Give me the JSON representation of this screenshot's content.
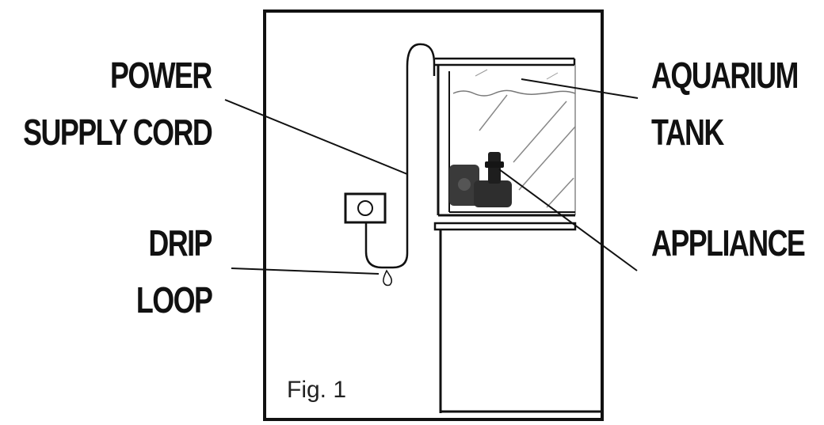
{
  "labels": {
    "power_supply_cord": [
      "POWER",
      "SUPPLY CORD"
    ],
    "drip_loop": [
      "DRIP",
      "LOOP"
    ],
    "aquarium_tank": [
      "AQUARIUM",
      "TANK"
    ],
    "appliance": "APPLIANCE"
  },
  "caption": "Fig. 1",
  "colors": {
    "ink": "#111111",
    "pump": "#3a3a3a",
    "background": "#ffffff"
  },
  "icons": {
    "outlet": "outlet-icon",
    "drip": "water-drop-icon",
    "pump": "pump-icon"
  }
}
